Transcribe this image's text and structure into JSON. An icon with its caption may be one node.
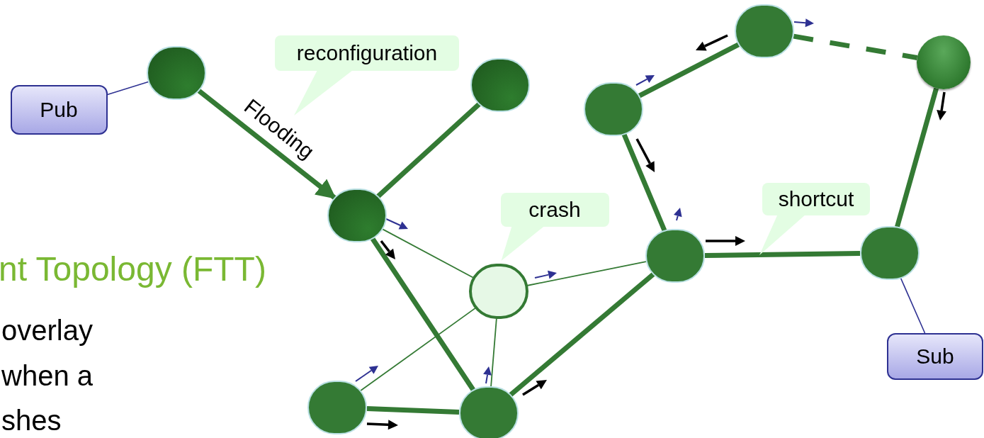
{
  "diagram": {
    "nodes": [
      {
        "text": [],
        "shape": "circle"
      },
      {
        "text": [
          "reconfiguration"
        ]
      },
      {
        "text": [],
        "shape": "circle"
      },
      {
        "text": [],
        "shape": "circle"
      },
      {
        "text": [],
        "shape": "circle"
      },
      {
        "text": [
          "Pub"
        ]
      },
      {
        "text": [],
        "shape": "circle"
      },
      {
        "text": [
          "shortcut"
        ]
      },
      {
        "text": [
          "crash"
        ]
      },
      {
        "text": [],
        "shape": "circle"
      },
      {
        "text": [],
        "shape": "circle"
      },
      {
        "text": [],
        "shape": "circle"
      },
      {
        "text": [],
        "shape": "circle"
      },
      {
        "text": [
          "Sub"
        ]
      },
      {
        "text": [],
        "shape": "circle"
      },
      {
        "text": [],
        "shape": "circle"
      }
    ],
    "edges": [
      {
        "from": 5,
        "to": 3,
        "arrow": "none",
        "color": "#2e3192"
      },
      {
        "from": 3,
        "to": 9,
        "arrow": "to",
        "label": "Flooding"
      },
      {
        "from": 9,
        "to": 4,
        "arrow": "none"
      },
      {
        "from": 9,
        "to": 12,
        "arrow": "none"
      },
      {
        "from": 9,
        "to": 15,
        "arrow": "none"
      },
      {
        "from": 6,
        "to": 0,
        "arrow": "none"
      },
      {
        "from": 0,
        "to": 2,
        "arrow": "none",
        "style": "dashed"
      },
      {
        "from": 6,
        "to": 10,
        "arrow": "none"
      },
      {
        "from": 12,
        "to": 10,
        "arrow": "none"
      },
      {
        "from": 10,
        "to": 11,
        "arrow": "none"
      },
      {
        "from": 2,
        "to": 11,
        "arrow": "none"
      },
      {
        "from": 11,
        "to": 13,
        "arrow": "none",
        "color": "#2e3192"
      },
      {
        "from": 14,
        "to": 12,
        "arrow": "none"
      },
      {
        "from": 15,
        "to": 12,
        "arrow": "none"
      },
      {
        "from": 14,
        "to": 15,
        "arrow": "none"
      },
      {
        "from": 15,
        "to": 10,
        "arrow": "none"
      }
    ],
    "labels": [
      "nt Topology (FTT)",
      "overlay",
      "when a",
      "shes"
    ]
  }
}
